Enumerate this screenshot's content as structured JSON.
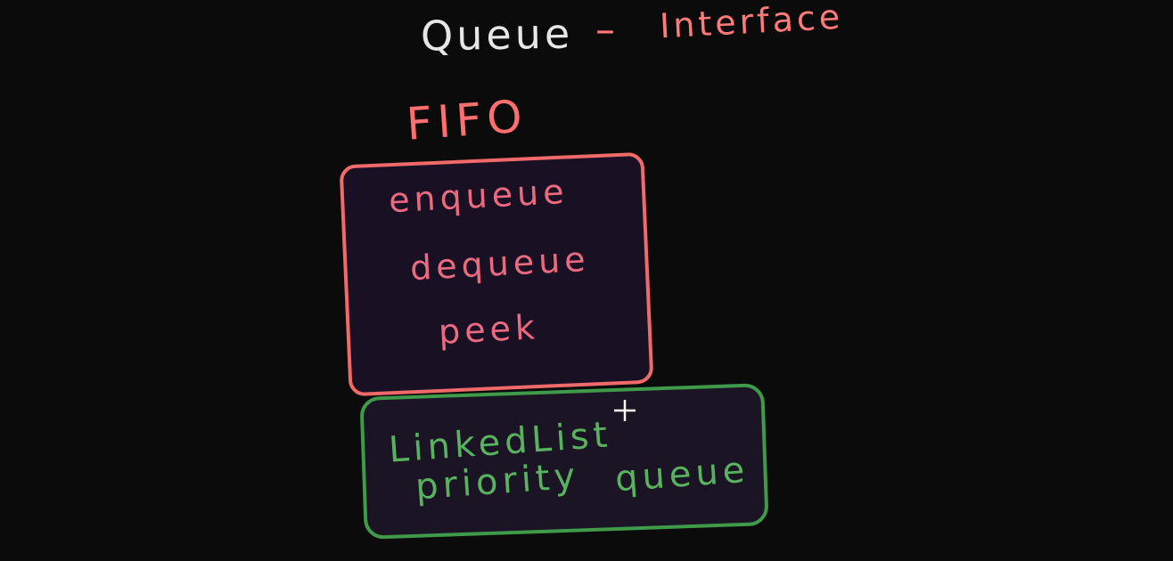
{
  "title": {
    "main": "Queue",
    "dash": "–",
    "sub": "Interface"
  },
  "label": "FIFO",
  "methods": [
    "enqueue",
    "dequeue",
    "peek"
  ],
  "implementations": [
    "LinkedList",
    "priority",
    "queue"
  ],
  "colors": {
    "background": "#0b0b0b",
    "title": "#e6e6e6",
    "accent_red": "#f06a6a",
    "method_pink": "#ea6b80",
    "implementation_green": "#58b25e",
    "box_green": "#3f9a4a"
  },
  "cursor_icon": "crosshair-icon"
}
